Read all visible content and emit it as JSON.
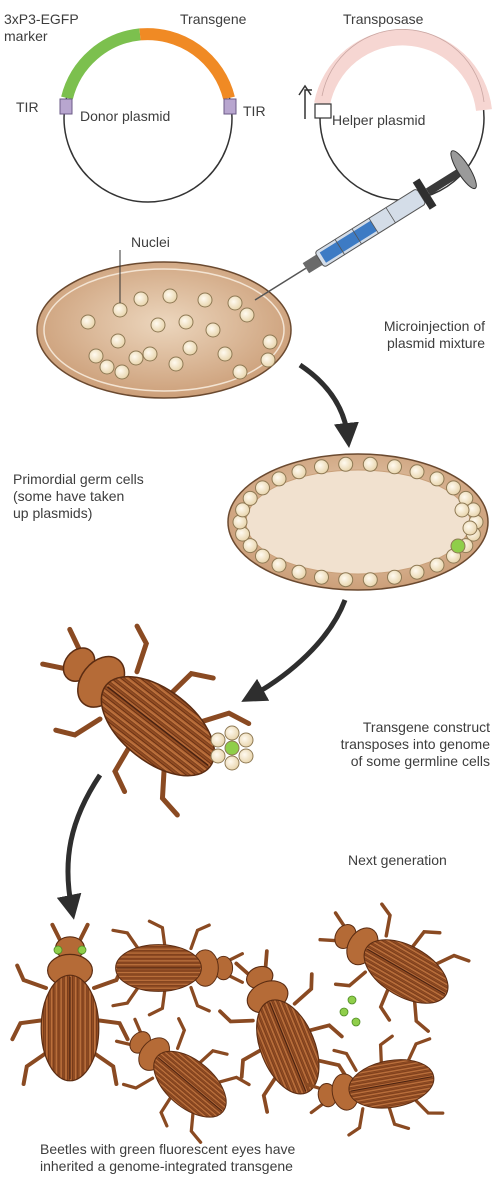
{
  "labels": {
    "marker": "3xP3-EGFP\nmarker",
    "transgene": "Transgene",
    "transposase": "Transposase",
    "tir_left": "TIR",
    "tir_right": "TIR",
    "donor_plasmid": "Donor plasmid",
    "helper_plasmid": "Helper plasmid",
    "nuclei": "Nuclei",
    "microinjection": "Microinjection of\nplasmid mixture",
    "germ_cells": "Primordial germ cells\n(some have taken\nup plasmids)",
    "transposition": "Transgene construct\ntransposes into genome\nof some germline cells",
    "next_generation": "Next generation",
    "result": "Beetles with green fluorescent eyes have\ninherited a genome-integrated transgene"
  },
  "colors": {
    "egfp_segment": "#7cc04e",
    "transgene_segment": "#f08a24",
    "tir": "#b8a6cf",
    "transposase_segment": "#f6d6d2",
    "egg_fill": "#d9b99a",
    "egg_inner": "#f1e1cf",
    "nucleus": "#f6ecd4",
    "fluorescent_green": "#8fce4a",
    "beetle_body": "#a45a2c",
    "beetle_dark": "#5b2c12",
    "arrow": "#2e2e2e"
  }
}
